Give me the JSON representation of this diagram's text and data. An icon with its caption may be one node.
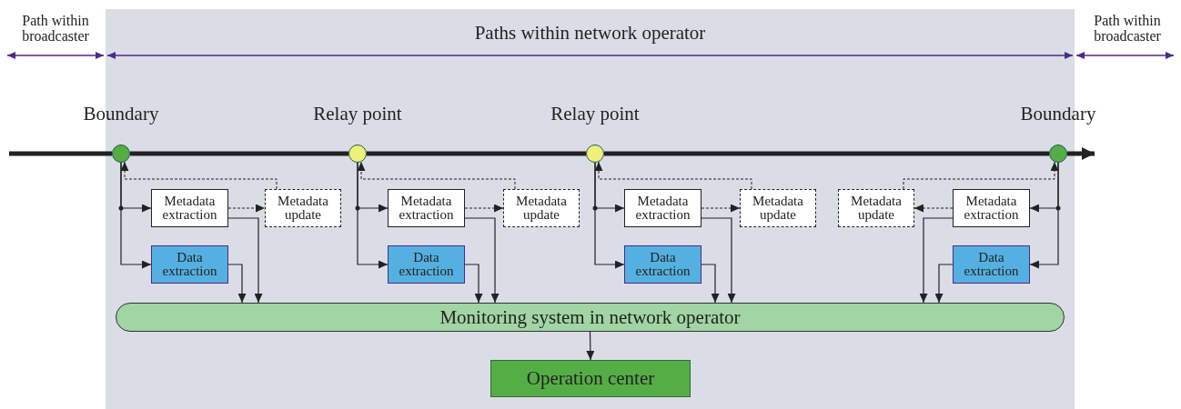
{
  "diagram": {
    "nodes": [
      {
        "text": [
          "Paths within network operator"
        ]
      },
      {
        "text": [],
        "shape": "circle",
        "beside": [
          "Boundary"
        ],
        "in": 0
      },
      {
        "text": [],
        "shape": "circle",
        "beside": [
          "Relay point"
        ],
        "in": 0
      },
      {
        "text": [],
        "shape": "circle",
        "beside": [
          "Relay point"
        ],
        "in": 0
      },
      {
        "text": [],
        "shape": "circle",
        "beside": [
          "Boundary"
        ],
        "in": 0
      },
      {
        "text": [
          "Metadata extraction"
        ],
        "in": 0
      },
      {
        "text": [
          "Metadata update"
        ],
        "in": 0
      },
      {
        "text": [
          "Data extraction"
        ],
        "in": 0
      },
      {
        "text": [
          "Metadata extraction"
        ],
        "in": 0
      },
      {
        "text": [
          "Metadata update"
        ],
        "in": 0
      },
      {
        "text": [
          "Data extraction"
        ],
        "in": 0
      },
      {
        "text": [
          "Metadata extraction"
        ],
        "in": 0
      },
      {
        "text": [
          "Metadata update"
        ],
        "in": 0
      },
      {
        "text": [
          "Data extraction"
        ],
        "in": 0
      },
      {
        "text": [
          "Metadata update"
        ],
        "in": 0
      },
      {
        "text": [
          "Metadata extraction"
        ],
        "in": 0
      },
      {
        "text": [
          "Data extraction"
        ],
        "in": 0
      },
      {
        "text": [
          "Monitoring system in network operator"
        ],
        "in": 0
      },
      {
        "text": [
          "Operation center"
        ],
        "in": 0
      }
    ],
    "edges": [
      {
        "from": null,
        "to": 1,
        "arrow": "none",
        "style": "thick"
      },
      {
        "from": 1,
        "to": 2,
        "arrow": "none",
        "style": "thick"
      },
      {
        "from": 2,
        "to": 3,
        "arrow": "none",
        "style": "thick"
      },
      {
        "from": 3,
        "to": 4,
        "arrow": "none",
        "style": "thick"
      },
      {
        "from": 4,
        "to": null,
        "arrow": "to",
        "style": "thick"
      },
      {
        "from": 1,
        "to": 5,
        "arrow": "to"
      },
      {
        "from": 1,
        "to": 7,
        "arrow": "to"
      },
      {
        "from": 5,
        "to": 6,
        "arrow": "to",
        "style": "dashed"
      },
      {
        "from": 6,
        "to": 1,
        "arrow": "to",
        "style": "dashed"
      },
      {
        "from": 5,
        "to": 17,
        "arrow": "to"
      },
      {
        "from": 7,
        "to": 17,
        "arrow": "to"
      },
      {
        "from": 2,
        "to": 8,
        "arrow": "to"
      },
      {
        "from": 2,
        "to": 10,
        "arrow": "to"
      },
      {
        "from": 8,
        "to": 9,
        "arrow": "to",
        "style": "dashed"
      },
      {
        "from": 9,
        "to": 2,
        "arrow": "to",
        "style": "dashed"
      },
      {
        "from": 8,
        "to": 17,
        "arrow": "to"
      },
      {
        "from": 10,
        "to": 17,
        "arrow": "to"
      },
      {
        "from": 3,
        "to": 11,
        "arrow": "to"
      },
      {
        "from": 3,
        "to": 13,
        "arrow": "to"
      },
      {
        "from": 11,
        "to": 12,
        "arrow": "to",
        "style": "dashed"
      },
      {
        "from": 12,
        "to": 3,
        "arrow": "to",
        "style": "dashed"
      },
      {
        "from": 11,
        "to": 17,
        "arrow": "to"
      },
      {
        "from": 13,
        "to": 17,
        "arrow": "to"
      },
      {
        "from": 4,
        "to": 15,
        "arrow": "to"
      },
      {
        "from": 4,
        "to": 16,
        "arrow": "to"
      },
      {
        "from": 15,
        "to": 14,
        "arrow": "to",
        "style": "dashed"
      },
      {
        "from": 14,
        "to": 4,
        "arrow": "to",
        "style": "dashed"
      },
      {
        "from": 15,
        "to": 17,
        "arrow": "to"
      },
      {
        "from": 16,
        "to": 17,
        "arrow": "to"
      },
      {
        "from": 17,
        "to": 18,
        "arrow": "to"
      }
    ],
    "labels": [
      "Path within broadcaster",
      "Path within broadcaster"
    ]
  }
}
